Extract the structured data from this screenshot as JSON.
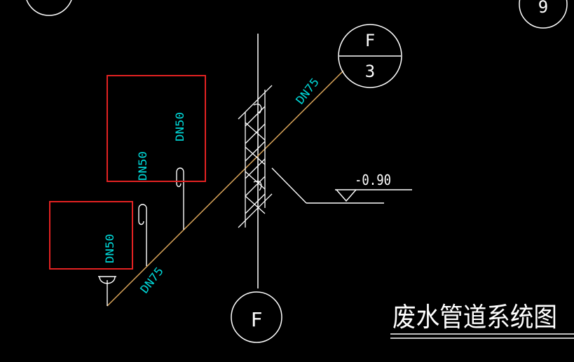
{
  "title": "废水管道系统图",
  "elevation": "-0.90",
  "labels": {
    "dn75_upper": "DN75",
    "dn75_lower": "DN75",
    "dn50_right": "DN50",
    "dn50_middle": "DN50",
    "dn50_left": "DN50"
  },
  "grid_bubbles": {
    "f_over_3_top": "F",
    "f_over_3_bottom": "3",
    "f_bottom": "F",
    "partial_top_right": "9"
  },
  "colors": {
    "background": "#000000",
    "line": "#ffffff",
    "pipe": "#d9a45a",
    "label": "#00d7d7",
    "highlight": "#e32222"
  }
}
